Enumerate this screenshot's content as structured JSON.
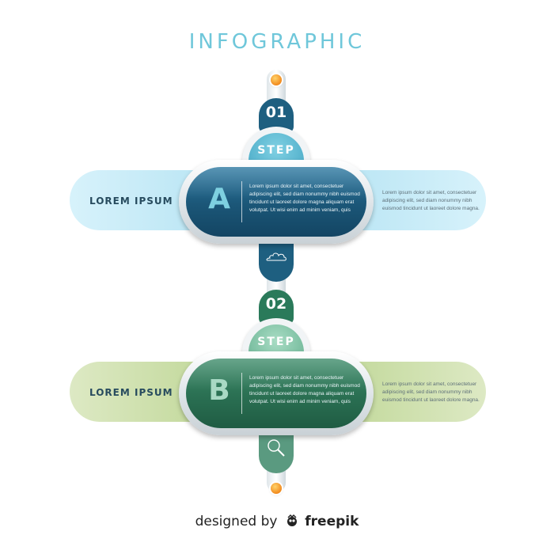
{
  "title": "INFOGRAPHIC",
  "steps": [
    {
      "number": "01",
      "step_label": "STEP",
      "letter": "A",
      "side_label": "LOREM IPSUM",
      "main_text": "Lorem ipsum dolor sit amet, consectetuer adipiscing elit, sed diam nonummy nibh euismod tincidunt ut laoreet dolore magna aliquam erat volutpat. Ut wisi enim ad minim veniam, quis",
      "right_text": "Lorem ipsum dolor sit amet, consectetuer adipiscing elit, sed diam nonummy nibh euismod tincidunt ut laoreet dolore magna.",
      "icon": "cloud-icon",
      "colors": {
        "dark": "#1e5f80",
        "light": "#bfe8f5",
        "accent": "#7ed0e0"
      }
    },
    {
      "number": "02",
      "step_label": "STEP",
      "letter": "B",
      "side_label": "LOREM IPSUM",
      "main_text": "Lorem ipsum dolor sit amet, consectetuer adipiscing elit, sed diam nonummy nibh euismod tincidunt ut laoreet dolore magna aliquam erat volutpat. Ut wisi enim ad minim veniam, quis",
      "right_text": "Lorem ipsum dolor sit amet, consectetuer adipiscing elit, sed diam nonummy nibh euismod tincidunt ut laoreet dolore magna.",
      "icon": "magnifier-icon",
      "colors": {
        "dark": "#2a7a5a",
        "light": "#bcd68f",
        "accent": "#a9d9c4"
      }
    }
  ],
  "credit": {
    "prefix": "designed by",
    "brand": "freepik"
  }
}
